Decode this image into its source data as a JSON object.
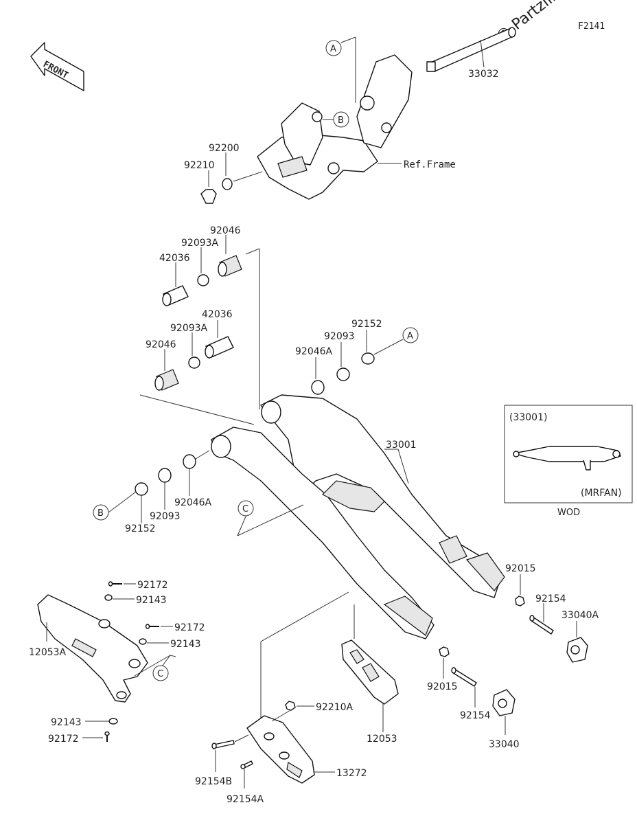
{
  "header": {
    "figure_code": "F2141",
    "watermark": "© Partzilla.com",
    "front_label": "FRONT"
  },
  "callouts": {
    "a_top": "A",
    "b_top": "B",
    "a_mid": "A",
    "b_left": "B",
    "c_mid": "C",
    "c_left": "C"
  },
  "parts": {
    "p33032": "33032",
    "ref_frame": "Ref.Frame",
    "p92200": "92200",
    "p92210": "92210",
    "p92046_top": "92046",
    "p92093a_top": "92093A",
    "p42036_top": "42036",
    "p42036_mid": "42036",
    "p92093a_mid": "92093A",
    "p92046_mid": "92046",
    "p92152_right": "92152",
    "p92093_right": "92093",
    "p92046a_right": "92046A",
    "p33001": "33001",
    "p92046a_left": "92046A",
    "p92093_left": "92093",
    "p92152_left": "92152",
    "p92015_right": "92015",
    "p92154_right": "92154",
    "p33040a": "33040A",
    "p92172_a": "92172",
    "p92143_a": "92143",
    "p92172_b": "92172",
    "p92143_b": "92143",
    "p12053a": "12053A",
    "p92143_c": "92143",
    "p92172_c": "92172",
    "p92210a": "92210A",
    "p12053": "12053",
    "p92015_low": "92015",
    "p92154_low": "92154",
    "p33040": "33040",
    "p13272": "13272",
    "p92154b": "92154B",
    "p92154a": "92154A"
  },
  "inset": {
    "title": "(33001)",
    "variant": "(MRFAN)",
    "caption": "WOD"
  }
}
